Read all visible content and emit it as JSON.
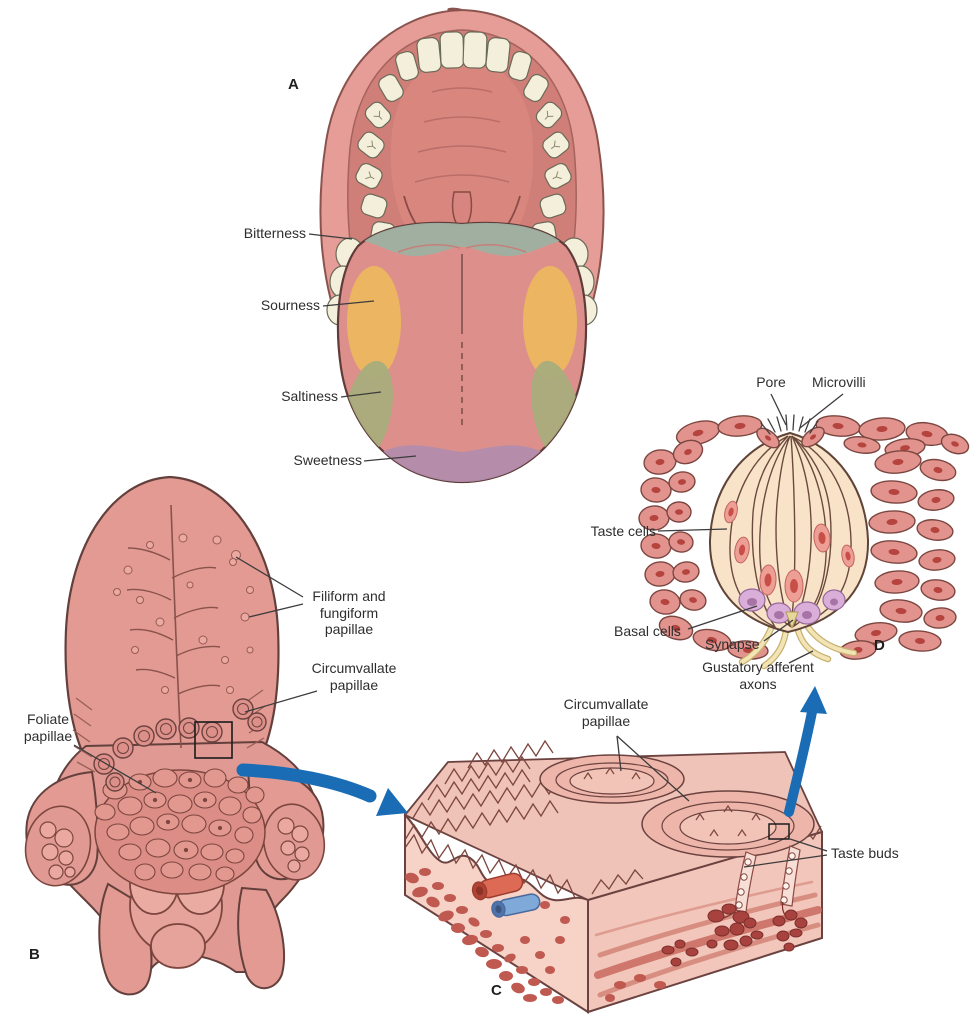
{
  "figure": {
    "panel_a": {
      "letter": "A",
      "labels": {
        "bitterness": "Bitterness",
        "sourness": "Sourness",
        "saltiness": "Saltiness",
        "sweetness": "Sweetness"
      }
    },
    "panel_b": {
      "letter": "B",
      "labels": {
        "filiform_fungiform": "Filiform and fungiform papillae",
        "circumvallate": "Circumvallate papillae",
        "foliate": "Foliate papillae"
      }
    },
    "panel_c": {
      "letter": "C",
      "labels": {
        "circumvallate": "Circumvallate papillae",
        "taste_buds": "Taste buds"
      }
    },
    "panel_d": {
      "letter": "D",
      "labels": {
        "pore": "Pore",
        "microvilli": "Microvilli",
        "taste_cells": "Taste cells",
        "basal_cells": "Basal cells",
        "synapse": "Synapse",
        "gustatory_afferent_axons": "Gustatory afferent axons"
      }
    },
    "colors": {
      "taste_zone_bitter": "#9db1a2",
      "taste_zone_sour": "#ecb75f",
      "taste_zone_salt": "#a8ad7c",
      "taste_zone_sweet": "#b28dac",
      "tongue_pink": "#dd908b",
      "tissue_pink": "#e29a93",
      "epithelium_salmon": "#e2938e",
      "taste_cell_cream": "#f8e3c9",
      "basal_cell_purple": "#d9aed8",
      "axon_yellow": "#f0e2b0",
      "vessel_red": "#dc6a55",
      "vessel_blue": "#7fa9d9",
      "arrow_blue": "#1a6cb5"
    }
  }
}
